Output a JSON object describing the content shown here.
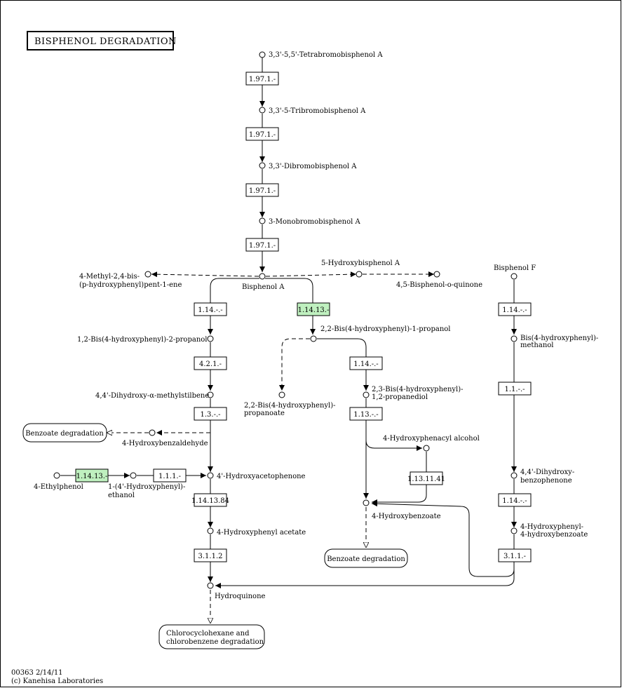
{
  "title": "BISPHENOL DEGRADATION",
  "footer": {
    "map_id": "00363 2/14/11",
    "copyright": "(c) Kanehisa Laboratories"
  },
  "compounds": {
    "tetrabromo": "3,3'-5,5'-Tetrabromobisphenol A",
    "tribromo": "3,3'-5-Tribromobisphenol A",
    "dibromo": "3,3'-Dibromobisphenol A",
    "monobromo": "3-Monobromobisphenol A",
    "bisphenol_a": "Bisphenol A",
    "methyl_bis_1": "4-Methyl-2,4-bis-",
    "methyl_bis_2": "(p-hydroxyphenyl)pent-1-ene",
    "hydroxybisphenol_a": "5-Hydroxybisphenol A",
    "quinone": "4,5-Bisphenol-o-quinone",
    "bisphenol_f": "Bisphenol F",
    "bis_2_propanol": "1,2-Bis(4-hydroxyphenyl)-2-propanol",
    "bis_1_propanol": "2,2-Bis(4-hydroxyphenyl)-1-propanol",
    "bis_methanol_1": "Bis(4-hydroxyphenyl)-",
    "bis_methanol_2": "methanol",
    "stilbene": "4,4'-Dihydroxy-α-methylstilbene",
    "propanoate_1": "2,2-Bis(4-hydroxyphenyl)-",
    "propanoate_2": "propanoate",
    "propanediol_1": "2,3-Bis(4-hydroxyphenyl)-",
    "propanediol_2": "1,2-propanediol",
    "hydroxybenzaldehyde": "4-Hydroxybenzaldehyde",
    "phenacyl_alcohol": "4-Hydroxyphenacyl alcohol",
    "ethylphenol": "4-Ethylphenol",
    "ethanol_1": "1-(4'-Hydroxyphenyl)-",
    "ethanol_2": "ethanol",
    "acetophenone": "4'-Hydroxyacetophenone",
    "benzophenone_1": "4,4'-Dihydroxy-",
    "benzophenone_2": "benzophenone",
    "hydroxybenzoate": "4-Hydroxybenzoate",
    "phenyl_acetate": "4-Hydroxyphenyl acetate",
    "hbenzoate_f_1": "4-Hydroxyphenyl-",
    "hbenzoate_f_2": "4-hydroxybenzoate",
    "hydroquinone": "Hydroquinone"
  },
  "enzymes": {
    "e1": "1.97.1.-",
    "e2": "1.97.1.-",
    "e3": "1.97.1.-",
    "e4": "1.97.1.-",
    "e5": "1.14.-.-",
    "e6": "1.14.13.-",
    "e7": "1.14.-.-",
    "e8": "4.2.1.-",
    "e9": "1.14.-.-",
    "e10": "1.1.-.-",
    "e11": "1.3.-.-",
    "e12": "1.13.-.-",
    "e13": "1.14.13.-",
    "e14": "1.1.1.-",
    "e15": "1.13.11.41",
    "e16": "1.14.13.84",
    "e17": "1.14.-.-",
    "e18": "3.1.1.2",
    "e19": "3.1.1.-"
  },
  "maps": {
    "benzoate_left": "Benzoate degradation",
    "benzoate_right": "Benzoate degradation",
    "chloro_1": "Chlorocyclohexane and",
    "chloro_2": "chlorobenzene degradation"
  },
  "highlight_color": "#bff0bf"
}
